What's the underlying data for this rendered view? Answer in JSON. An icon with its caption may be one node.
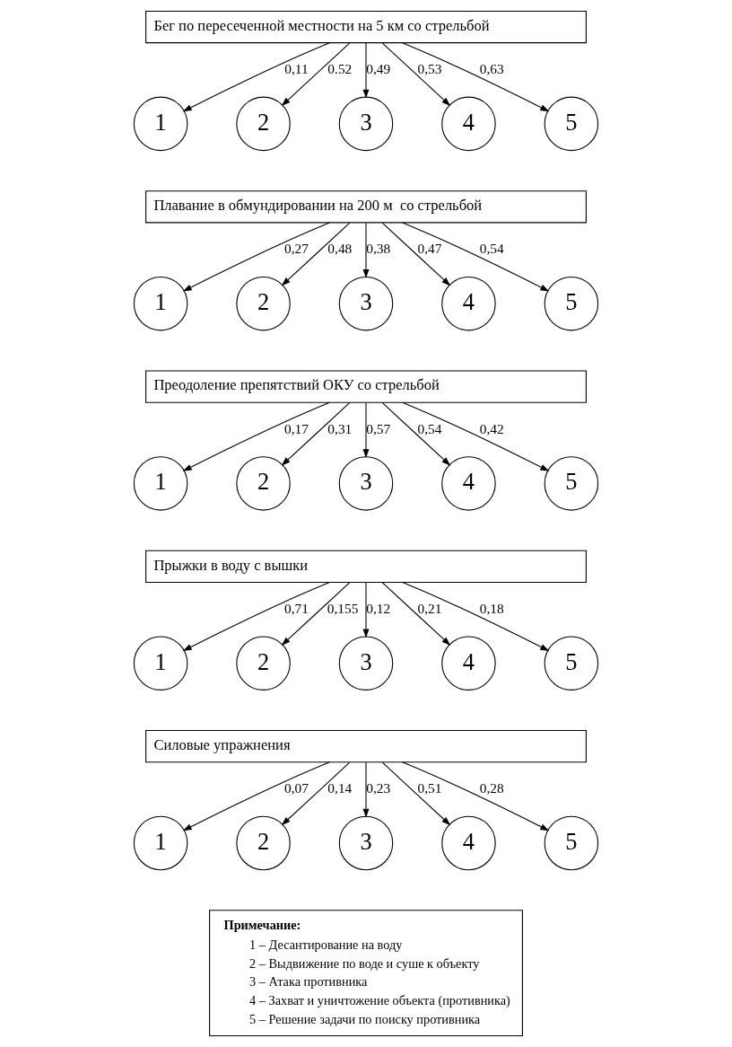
{
  "diagram": {
    "nodes": [
      {
        "text": [
          "Бег по пересеченной местности на 5 км со стрельбой"
        ]
      },
      {
        "text": [
          "1"
        ]
      },
      {
        "text": [
          "2"
        ]
      },
      {
        "text": [
          "3"
        ]
      },
      {
        "text": [
          "4"
        ]
      },
      {
        "text": [
          "5"
        ]
      },
      {
        "text": [
          "Плавание в обмундировании на 200 м  со стрельбой"
        ]
      },
      {
        "text": [
          "1"
        ]
      },
      {
        "text": [
          "2"
        ]
      },
      {
        "text": [
          "3"
        ]
      },
      {
        "text": [
          "4"
        ]
      },
      {
        "text": [
          "5"
        ]
      },
      {
        "text": [
          "Преодоление препятствий ОКУ со стрельбой"
        ]
      },
      {
        "text": [
          "1"
        ]
      },
      {
        "text": [
          "2"
        ]
      },
      {
        "text": [
          "3"
        ]
      },
      {
        "text": [
          "4"
        ]
      },
      {
        "text": [
          "5"
        ]
      },
      {
        "text": [
          "Прыжки в воду с вышки"
        ]
      },
      {
        "text": [
          "1"
        ]
      },
      {
        "text": [
          "2"
        ]
      },
      {
        "text": [
          "3"
        ]
      },
      {
        "text": [
          "4"
        ]
      },
      {
        "text": [
          "5"
        ]
      },
      {
        "text": [
          "Силовые упражнения"
        ]
      },
      {
        "text": [
          "1"
        ]
      },
      {
        "text": [
          "2"
        ]
      },
      {
        "text": [
          "3"
        ]
      },
      {
        "text": [
          "4"
        ]
      },
      {
        "text": [
          "5"
        ]
      },
      {
        "text": [
          "Примечание:",
          "1 – Десантирование на воду",
          "2 – Выдвижение по воде и суше к объекту",
          "3 – Атака противника",
          "4 – Захват и уничтожение объекта (противника)",
          "5 – Решение задачи по поиску противника"
        ]
      }
    ],
    "edges": [
      {
        "from": 0,
        "to": 1,
        "arrow": "to",
        "label": "0,11"
      },
      {
        "from": 0,
        "to": 2,
        "arrow": "to",
        "label": "0.52"
      },
      {
        "from": 0,
        "to": 3,
        "arrow": "to",
        "label": "0,49"
      },
      {
        "from": 0,
        "to": 4,
        "arrow": "to",
        "label": "0,53"
      },
      {
        "from": 0,
        "to": 5,
        "arrow": "to",
        "label": "0,63"
      },
      {
        "from": 6,
        "to": 7,
        "arrow": "to",
        "label": "0,27"
      },
      {
        "from": 6,
        "to": 8,
        "arrow": "to",
        "label": "0,48"
      },
      {
        "from": 6,
        "to": 9,
        "arrow": "to",
        "label": "0,38"
      },
      {
        "from": 6,
        "to": 10,
        "arrow": "to",
        "label": "0,47"
      },
      {
        "from": 6,
        "to": 11,
        "arrow": "to",
        "label": "0,54"
      },
      {
        "from": 12,
        "to": 13,
        "arrow": "to",
        "label": "0,17"
      },
      {
        "from": 12,
        "to": 14,
        "arrow": "to",
        "label": "0,31"
      },
      {
        "from": 12,
        "to": 15,
        "arrow": "to",
        "label": "0,57"
      },
      {
        "from": 12,
        "to": 16,
        "arrow": "to",
        "label": "0,54"
      },
      {
        "from": 12,
        "to": 17,
        "arrow": "to",
        "label": "0,42"
      },
      {
        "from": 18,
        "to": 19,
        "arrow": "to",
        "label": "0,71"
      },
      {
        "from": 18,
        "to": 20,
        "arrow": "to",
        "label": "0,155"
      },
      {
        "from": 18,
        "to": 21,
        "arrow": "to",
        "label": "0,12"
      },
      {
        "from": 18,
        "to": 22,
        "arrow": "to",
        "label": "0,21"
      },
      {
        "from": 18,
        "to": 23,
        "arrow": "to",
        "label": "0,18"
      },
      {
        "from": 24,
        "to": 25,
        "arrow": "to",
        "label": "0,07"
      },
      {
        "from": 24,
        "to": 26,
        "arrow": "to",
        "label": "0,14"
      },
      {
        "from": 24,
        "to": 27,
        "arrow": "to",
        "label": "0,23"
      },
      {
        "from": 24,
        "to": 28,
        "arrow": "to",
        "label": "0,51"
      },
      {
        "from": 24,
        "to": 29,
        "arrow": "to",
        "label": "0,28"
      }
    ]
  }
}
